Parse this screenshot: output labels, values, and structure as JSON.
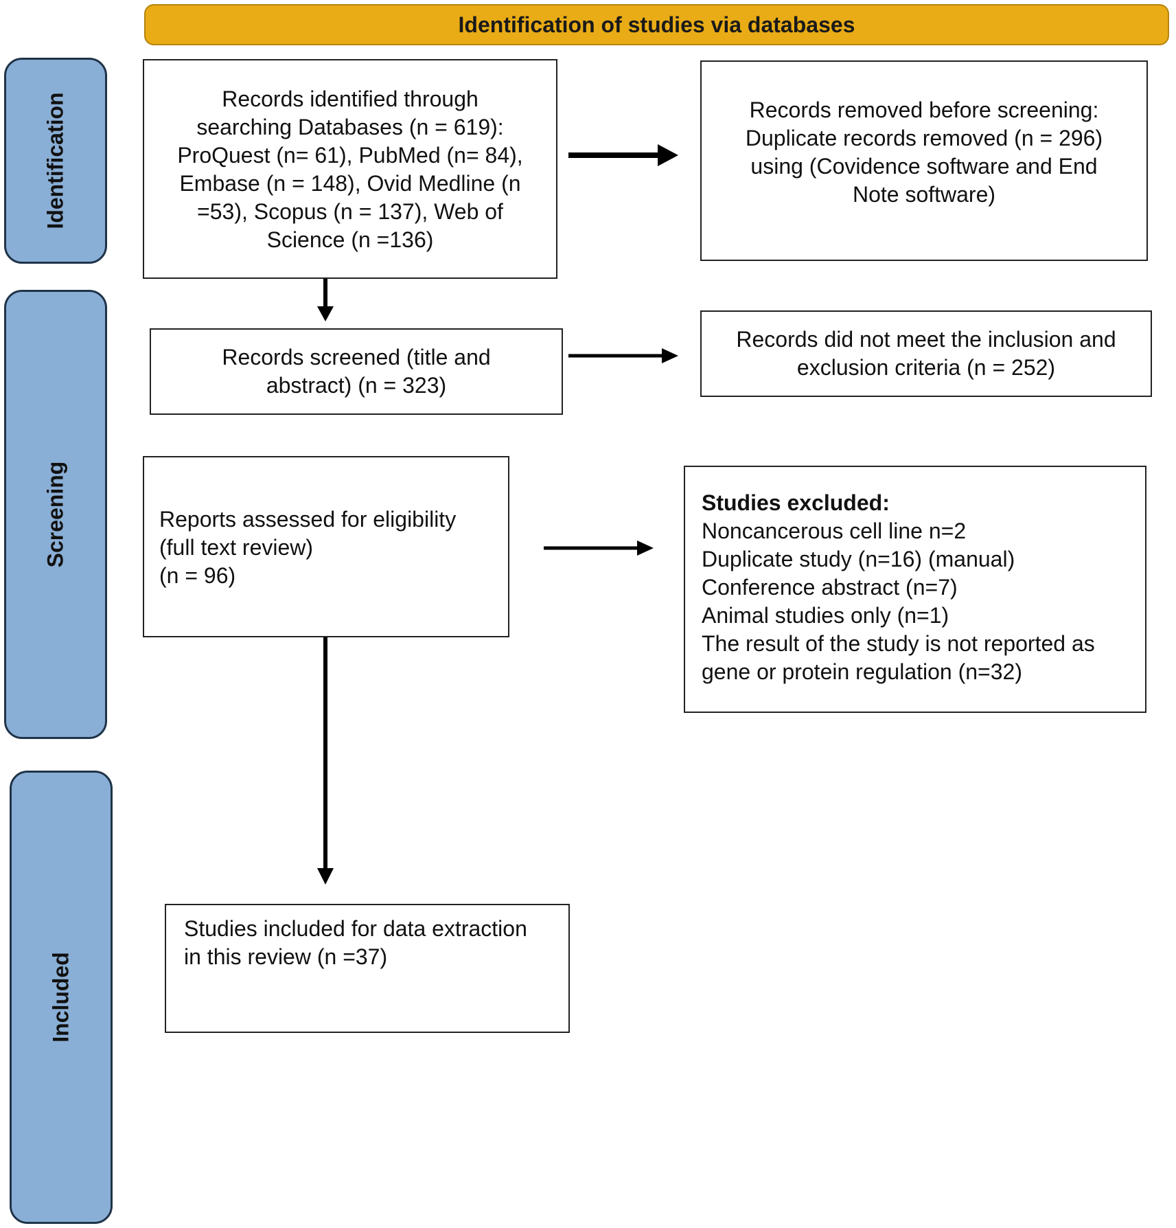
{
  "header": {
    "title": "Identification of studies via databases"
  },
  "phases": {
    "identification": "Identification",
    "screening": "Screening",
    "included": "Included"
  },
  "boxes": {
    "records_identified": [
      "Records identified through",
      "searching Databases (n = 619):",
      "ProQuest (n= 61), PubMed (n= 84),",
      "Embase (n = 148), Ovid Medline (n",
      "=53), Scopus (n = 137), Web of",
      "Science (n =136)"
    ],
    "records_removed": [
      "Records removed before screening:",
      "Duplicate records removed (n = 296)",
      "using (Covidence software and End",
      "Note software)"
    ],
    "records_screened": [
      "Records screened (title and",
      "abstract) (n = 323)"
    ],
    "records_not_meeting": [
      "Records did not meet the inclusion and",
      "exclusion criteria (n = 252)"
    ],
    "reports_assessed": [
      "Reports assessed for eligibility",
      "(full text review)",
      "(n = 96)"
    ],
    "studies_excluded": {
      "title": "Studies excluded:",
      "items": [
        "Noncancerous cell line n=2",
        "Duplicate study (n=16) (manual)",
        "Conference abstract (n=7)",
        "Animal studies only (n=1)",
        "The result of the study is not reported as",
        "gene or protein regulation (n=32)"
      ]
    },
    "studies_included": [
      "Studies included for data extraction",
      "in this review (n =37)"
    ]
  },
  "colors": {
    "header": "#e9ac16",
    "phase": "#8aafd6"
  }
}
